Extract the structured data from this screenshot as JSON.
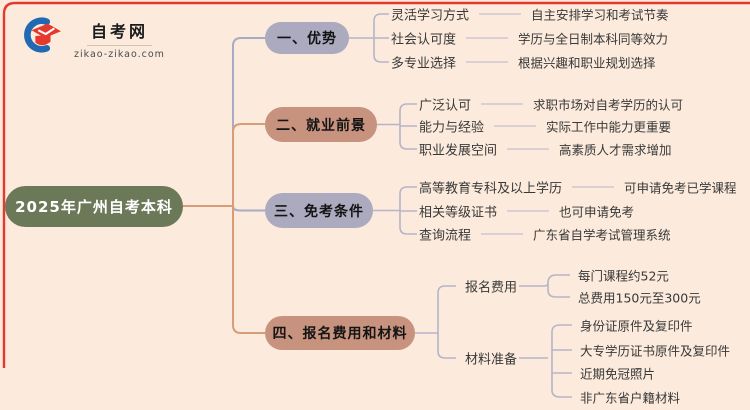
{
  "logo": {
    "title": "自考网",
    "domain": "zikao-zikao.com",
    "icon": "graduation-cap-icon"
  },
  "root": {
    "label": "2025年广州自考本科"
  },
  "branches": [
    {
      "label": "一、优势",
      "children": [
        {
          "label": "灵活学习方式",
          "leaf": "自主安排学习和考试节奏"
        },
        {
          "label": "社会认可度",
          "leaf": "学历与全日制本科同等效力"
        },
        {
          "label": "多专业选择",
          "leaf": "根据兴趣和职业规划选择"
        }
      ]
    },
    {
      "label": "二、就业前景",
      "children": [
        {
          "label": "广泛认可",
          "leaf": "求职市场对自考学历的认可"
        },
        {
          "label": "能力与经验",
          "leaf": "实际工作中能力更重要"
        },
        {
          "label": "职业发展空间",
          "leaf": "高素质人才需求增加"
        }
      ]
    },
    {
      "label": "三、免考条件",
      "children": [
        {
          "label": "高等教育专科及以上学历",
          "leaf": "可申请免考已学课程"
        },
        {
          "label": "相关等级证书",
          "leaf": "也可申请免考"
        },
        {
          "label": "查询流程",
          "leaf": "广东省自学考试管理系统"
        }
      ]
    },
    {
      "label": "四、报名费用和材料",
      "children": [
        {
          "label": "报名费用",
          "leaves": [
            "每门课程约52元",
            "总费用150元至300元"
          ]
        },
        {
          "label": "材料准备",
          "leaves": [
            "身份证原件及复印件",
            "大专学历证书原件及复印件",
            "近期免冠照片",
            "非广东省户籍材料"
          ]
        }
      ]
    }
  ],
  "colors": {
    "background": "#fcebdc",
    "root_node": "#6c7958",
    "branch_lavender": "#abaabf",
    "branch_tan": "#c8937e",
    "edge_orange": "#d59d78",
    "edge_gray": "#a8abc4",
    "bracket_gray": "#b5b4c8",
    "frame_red": "#e5392d",
    "logo_blue": "#2169b3"
  }
}
